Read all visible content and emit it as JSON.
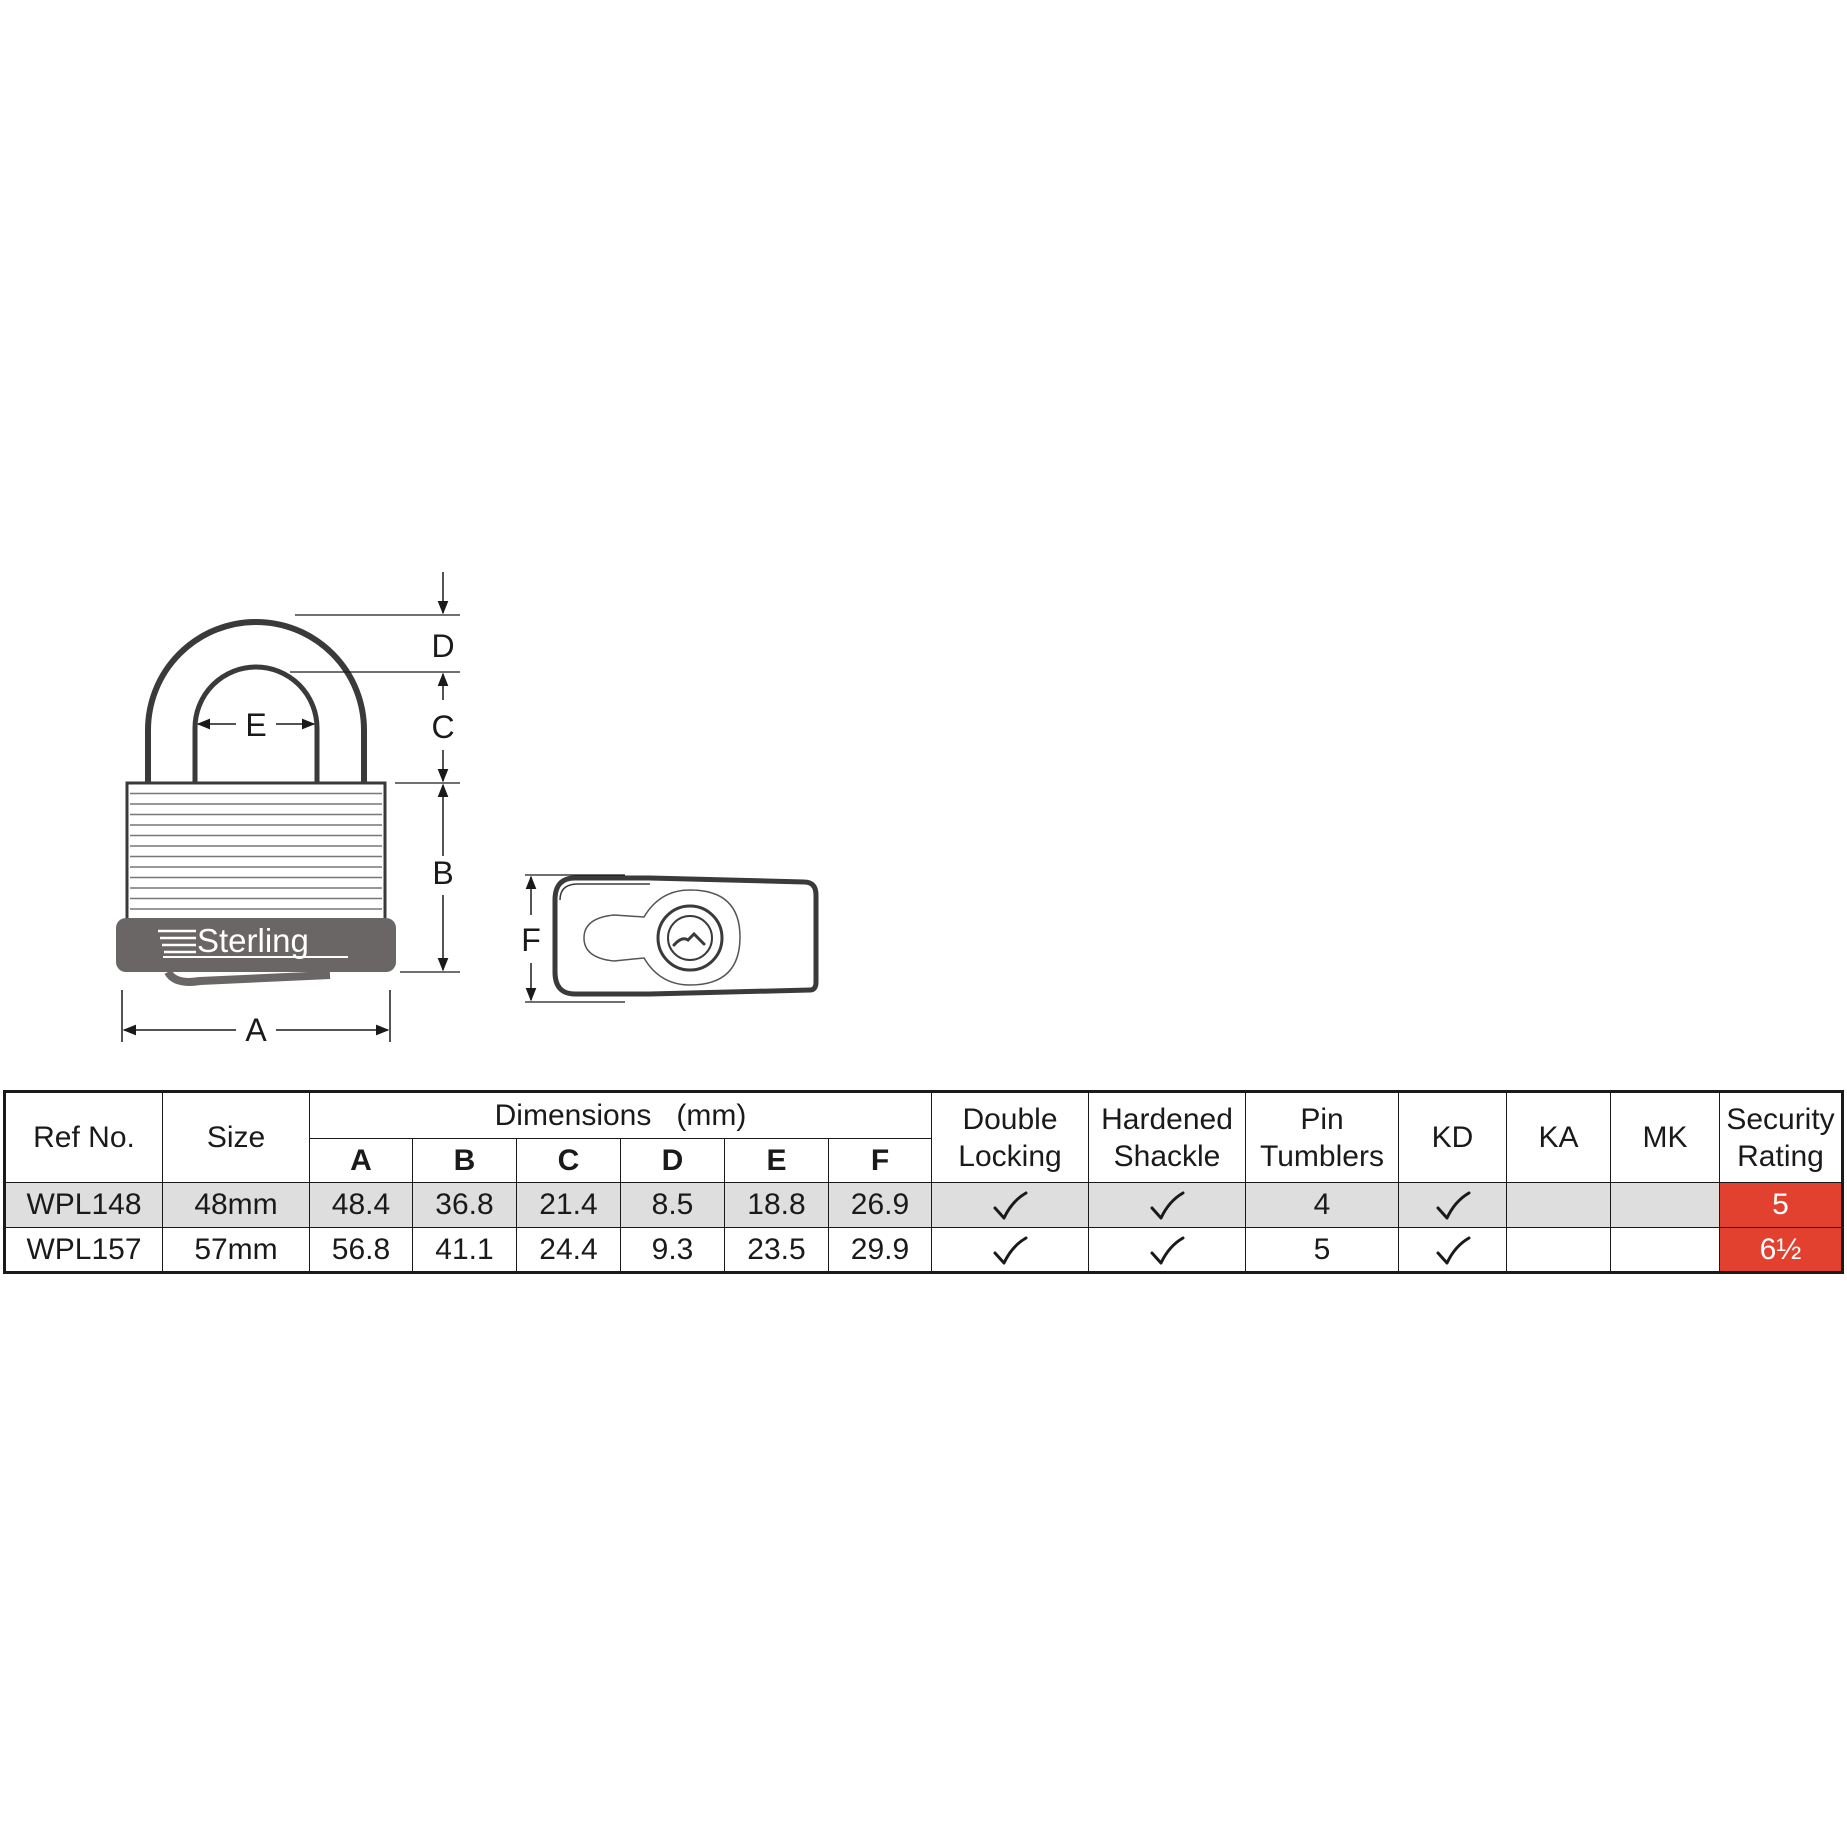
{
  "diagram": {
    "brand": "Sterling",
    "dimension_labels": {
      "a": "A",
      "b": "B",
      "c": "C",
      "d": "D",
      "e": "E",
      "f": "F"
    }
  },
  "table": {
    "headers": {
      "ref_no": "Ref No.",
      "size": "Size",
      "dimensions": "Dimensions   (mm)",
      "dimension_columns": [
        "A",
        "B",
        "C",
        "D",
        "E",
        "F"
      ],
      "double_locking": [
        "Double",
        "Locking"
      ],
      "hardened_shackle": [
        "Hardened",
        "Shackle"
      ],
      "pin_tumblers": [
        "Pin",
        "Tumblers"
      ],
      "kd": "KD",
      "ka": "KA",
      "mk": "MK",
      "security_rating": [
        "Security",
        "Rating"
      ]
    },
    "rows": [
      {
        "ref_no": "WPL148",
        "size": "48mm",
        "dims": [
          "48.4",
          "36.8",
          "21.4",
          "8.5",
          "18.8",
          "26.9"
        ],
        "double_locking": true,
        "hardened_shackle": true,
        "pin_tumblers": "4",
        "kd": true,
        "ka": false,
        "mk": false,
        "security_rating": "5"
      },
      {
        "ref_no": "WPL157",
        "size": "57mm",
        "dims": [
          "56.8",
          "41.1",
          "24.4",
          "9.3",
          "23.5",
          "29.9"
        ],
        "double_locking": true,
        "hardened_shackle": true,
        "pin_tumblers": "5",
        "kd": true,
        "ka": false,
        "mk": false,
        "security_rating": "6½"
      }
    ],
    "colors": {
      "shaded_row": "#dededf",
      "rating_cell": "#e2412f",
      "rating_text": "#ffffff"
    }
  }
}
